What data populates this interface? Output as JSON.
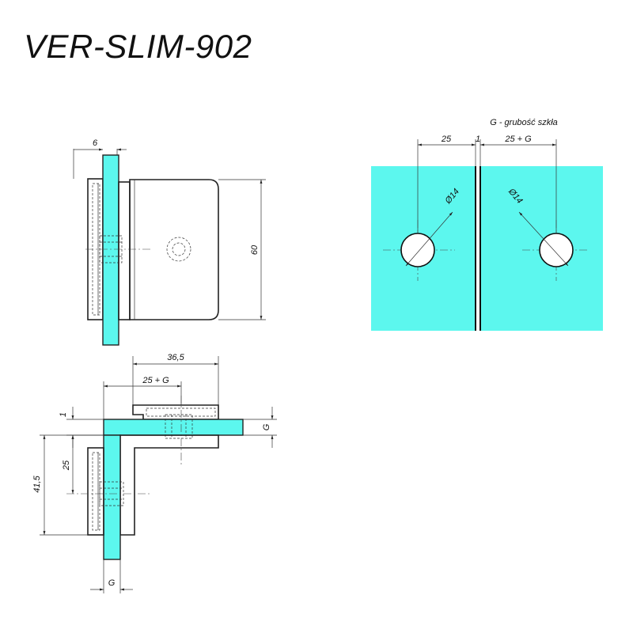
{
  "title": "VER-SLIM-902",
  "colors": {
    "glass": "#5cf7ee",
    "line": "#222222",
    "background": "#ffffff"
  },
  "side_view": {
    "dim_top": "6",
    "dim_height": "60"
  },
  "top_view": {
    "dim_overall": "36,5",
    "dim_hole": "25 + G",
    "dim_gap": "1",
    "dim_glass": "G",
    "dim_vert_a": "25",
    "dim_vert_b": "41,5",
    "dim_bottom": "G"
  },
  "glass_view": {
    "legend": "G - grubość szkła",
    "dim_left": "25",
    "dim_gap": "1",
    "dim_right": "25 + G",
    "hole_left": "Ø14",
    "hole_right": "Ø14"
  }
}
